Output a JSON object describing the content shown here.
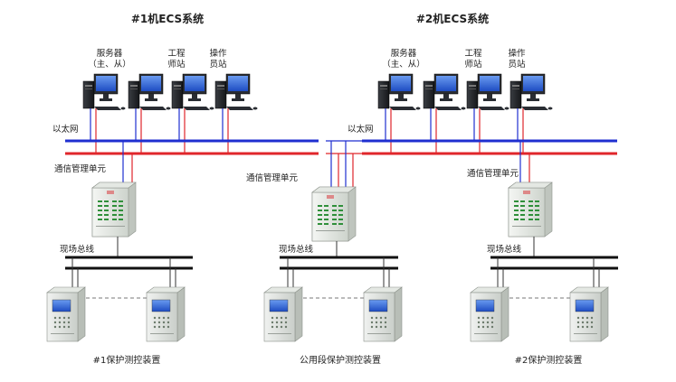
{
  "colors": {
    "ethernet_blue": "#1f2fd0",
    "ethernet_red": "#e0262b",
    "fieldbus_black": "#111111",
    "monitor_blue": "#3a6fd8"
  },
  "system1": {
    "title": "#1机ECS系统",
    "ws_labels": {
      "server": "服务器",
      "server2": "（主、从）",
      "eng1": "工程",
      "eng2": "师站",
      "op1": "操作",
      "op2": "员站"
    },
    "ethernet_label": "以太网",
    "comm_unit_label": "通信管理单元",
    "fieldbus_label": "现场总线",
    "device_group_label": "#1保护测控装置"
  },
  "system2": {
    "title": "#2机ECS系统",
    "ws_labels": {
      "server": "服务器",
      "server2": "（主、从）",
      "eng1": "工程",
      "eng2": "师站",
      "op1": "操作",
      "op2": "员站"
    },
    "ethernet_label": "以太网",
    "comm_unit_label": "通信管理单元",
    "fieldbus_label": "现场总线",
    "device_group_label": "#2保护测控装置"
  },
  "common": {
    "comm_unit_label": "通信管理单元",
    "fieldbus_label": "现场总线",
    "device_group_label": "公用段保护测控装置"
  }
}
